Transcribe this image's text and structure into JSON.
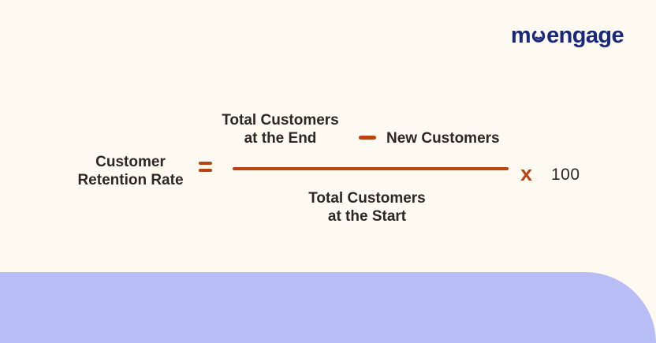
{
  "brand": {
    "name": "moengage",
    "logo_prefix": "m",
    "logo_suffix": "engage"
  },
  "formula": {
    "lhs_line1": "Customer",
    "lhs_line2": "Retention Rate",
    "equals_sign": "=",
    "minuend_line1": "Total Customers",
    "minuend_line2": "at the End",
    "minus_sign": "−",
    "subtrahend": "New Customers",
    "denominator_line1": "Total Customers",
    "denominator_line2": "at the Start",
    "multiply_sign": "x",
    "multiplier": "100"
  },
  "colors": {
    "background": "#fffaf1",
    "accent_rust": "#ba430f",
    "brand_navy": "#18297d",
    "footer_purple": "#b9bdf6",
    "text_dark": "#2b2723"
  }
}
